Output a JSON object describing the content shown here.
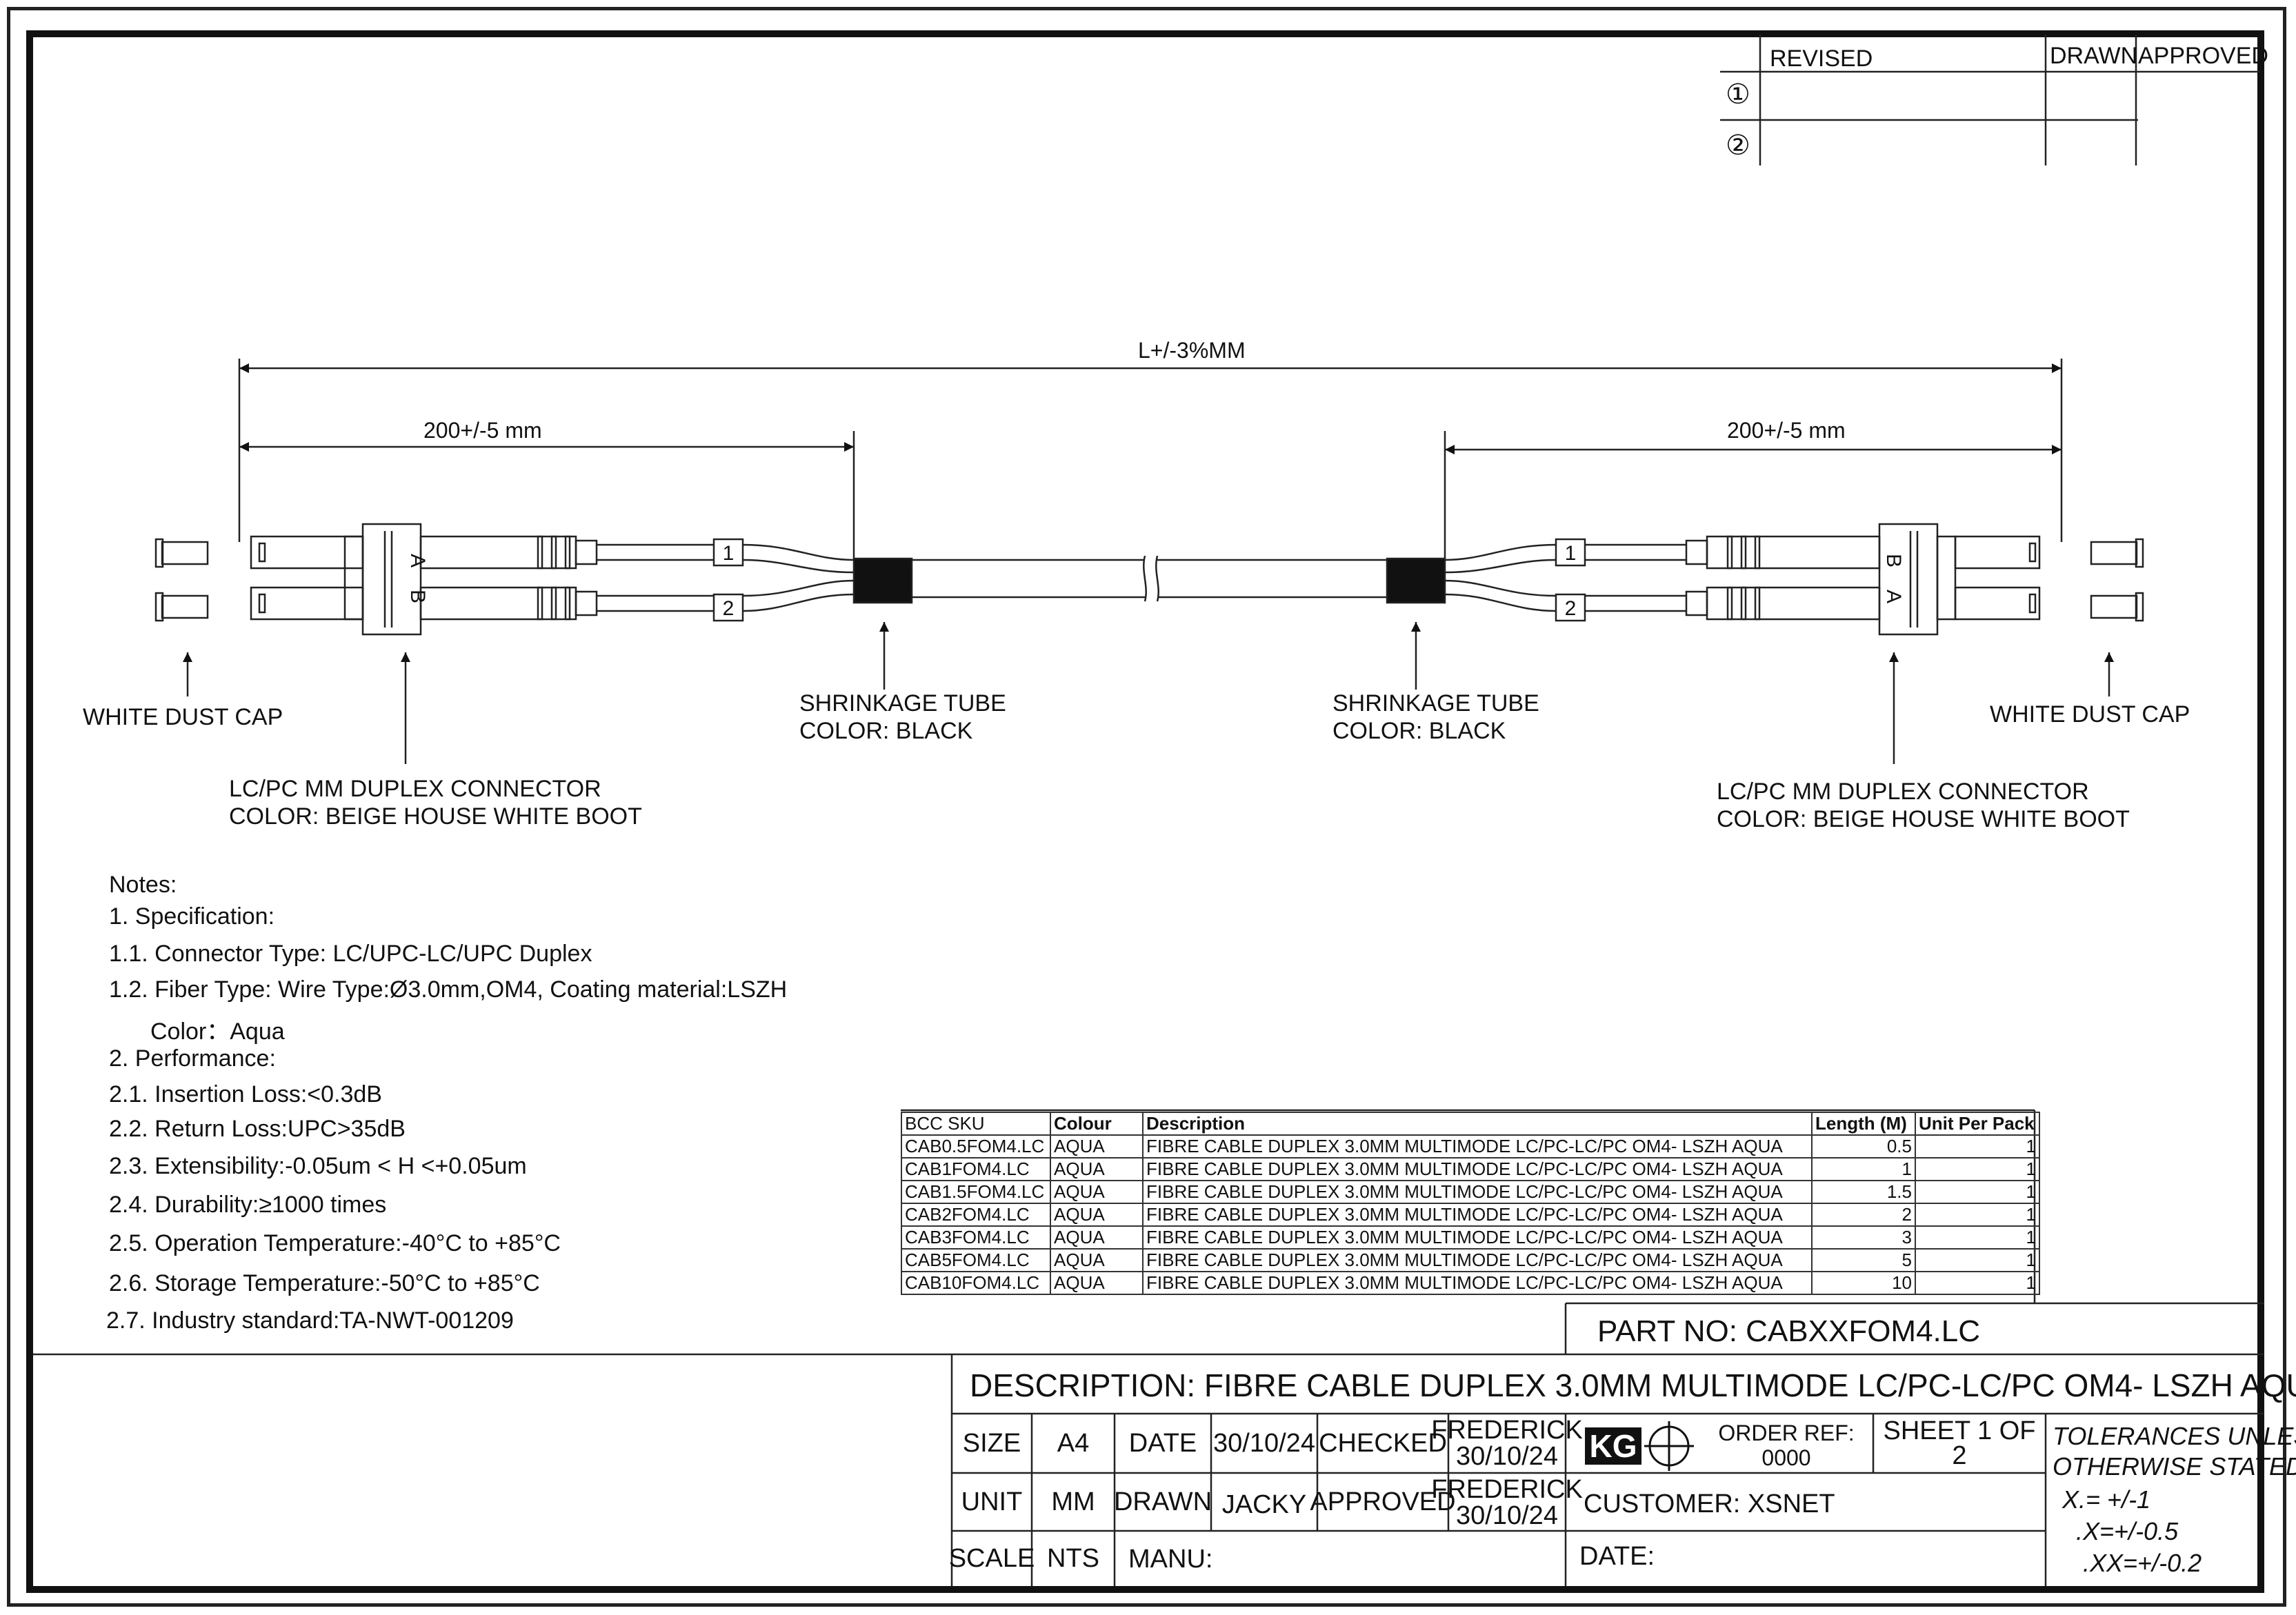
{
  "revision_table": {
    "headers": [
      "REVISED",
      "DRAWN",
      "APPROVED"
    ],
    "rows": [
      "①",
      "②"
    ]
  },
  "dimensions": {
    "overall": "L+/-3%MM",
    "left_leg": "200+/-5 mm",
    "right_leg": "200+/-5 mm"
  },
  "legs": {
    "top": "1",
    "bottom": "2"
  },
  "connector_marks": {
    "a": "A",
    "b": "B"
  },
  "callouts": {
    "left_dust_cap": "WHITE DUST CAP",
    "right_dust_cap": "WHITE DUST CAP",
    "left_connector_1": "LC/PC MM DUPLEX CONNECTOR",
    "left_connector_2": "COLOR: BEIGE HOUSE WHITE BOOT",
    "right_connector_1": "LC/PC MM DUPLEX CONNECTOR",
    "right_connector_2": "COLOR: BEIGE HOUSE WHITE BOOT",
    "left_tube_1": "SHRINKAGE TUBE",
    "left_tube_2": "COLOR: BLACK",
    "right_tube_1": "SHRINKAGE TUBE",
    "right_tube_2": "COLOR: BLACK"
  },
  "notes": {
    "title": "Notes:",
    "items": [
      "1. Specification:",
      "1.1. Connector Type: LC/UPC-LC/UPC Duplex",
      "1.2. Fiber Type: Wire Type:Ø3.0mm,OM4, Coating material:LSZH",
      "Color：Aqua",
      "2. Performance:",
      "2.1. Insertion Loss:<0.3dB",
      "2.2. Return Loss:UPC>35dB",
      "2.3. Extensibility:-0.05um < H <+0.05um",
      "2.4. Durability:≥1000 times",
      "2.5. Operation Temperature:-40°C to +85°C",
      "2.6. Storage Temperature:-50°C to +85°C",
      "2.7. Industry standard:TA-NWT-001209"
    ]
  },
  "sku_table": {
    "headers": [
      "BCC SKU",
      "Colour",
      "Description",
      "Length (M)",
      "Unit Per Pack"
    ],
    "rows": [
      [
        "CAB0.5FOM4.LC",
        "AQUA",
        "FIBRE CABLE DUPLEX 3.0MM MULTIMODE LC/PC-LC/PC OM4- LSZH AQUA",
        "0.5",
        "1"
      ],
      [
        "CAB1FOM4.LC",
        "AQUA",
        "FIBRE CABLE DUPLEX 3.0MM MULTIMODE LC/PC-LC/PC OM4- LSZH AQUA",
        "1",
        "1"
      ],
      [
        "CAB1.5FOM4.LC",
        "AQUA",
        "FIBRE CABLE DUPLEX 3.0MM MULTIMODE LC/PC-LC/PC OM4- LSZH AQUA",
        "1.5",
        "1"
      ],
      [
        "CAB2FOM4.LC",
        "AQUA",
        "FIBRE CABLE DUPLEX 3.0MM MULTIMODE LC/PC-LC/PC OM4- LSZH AQUA",
        "2",
        "1"
      ],
      [
        "CAB3FOM4.LC",
        "AQUA",
        "FIBRE CABLE DUPLEX 3.0MM MULTIMODE LC/PC-LC/PC OM4- LSZH AQUA",
        "3",
        "1"
      ],
      [
        "CAB5FOM4.LC",
        "AQUA",
        "FIBRE CABLE DUPLEX 3.0MM MULTIMODE LC/PC-LC/PC OM4- LSZH AQUA",
        "5",
        "1"
      ],
      [
        "CAB10FOM4.LC",
        "AQUA",
        "FIBRE CABLE DUPLEX 3.0MM MULTIMODE LC/PC-LC/PC OM4- LSZH AQUA",
        "10",
        "1"
      ]
    ]
  },
  "title_block": {
    "part_no": "PART NO: CABXXFOM4.LC",
    "description": "DESCRIPTION: FIBRE CABLE DUPLEX 3.0MM MULTIMODE LC/PC-LC/PC OM4- LSZH AQUA XXM",
    "size_label": "SIZE",
    "size_value": "A4",
    "date_label": "DATE",
    "date_value": "30/10/24",
    "checked_label": "CHECKED",
    "checked_by": "FREDERICK",
    "checked_date": "30/10/24",
    "logo_text": "KG",
    "order_ref_label": "ORDER REF:",
    "order_ref_value": "0000",
    "sheet": "SHEET 1 OF 2",
    "unit_label": "UNIT",
    "unit_value": "MM",
    "drawn_label": "DRAWN",
    "drawn_by": "JACKY",
    "approved_label": "APPROVED",
    "approved_by": "FREDERICK",
    "approved_date": "30/10/24",
    "customer": "CUSTOMER: XSNET",
    "scale_label": "SCALE",
    "scale_value": "NTS",
    "manu_label": "MANU:",
    "date2_label": "DATE:",
    "tolerances_1": "TOLERANCES UNLESS",
    "tolerances_2": "OTHERWISE STATED",
    "tol_x": "X.= +/-1",
    "tol_x1": ".X=+/-0.5",
    "tol_x2": ".XX=+/-0.2"
  }
}
